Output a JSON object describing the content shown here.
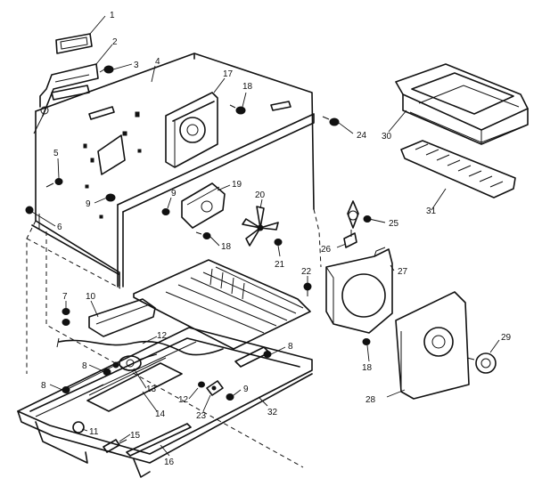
{
  "callouts": [
    {
      "id": "c1",
      "text": "1"
    },
    {
      "id": "c2",
      "text": "2"
    },
    {
      "id": "c3",
      "text": "3"
    },
    {
      "id": "c4",
      "text": "4"
    },
    {
      "id": "c5",
      "text": "5"
    },
    {
      "id": "c6",
      "text": "6"
    },
    {
      "id": "c7",
      "text": "7"
    },
    {
      "id": "c8a",
      "text": "8"
    },
    {
      "id": "c8b",
      "text": "8"
    },
    {
      "id": "c8c",
      "text": "8"
    },
    {
      "id": "c9a",
      "text": "9"
    },
    {
      "id": "c9b",
      "text": "9"
    },
    {
      "id": "c9c",
      "text": "9"
    },
    {
      "id": "c10",
      "text": "10"
    },
    {
      "id": "c11",
      "text": "11"
    },
    {
      "id": "c12a",
      "text": "12"
    },
    {
      "id": "c12b",
      "text": "12"
    },
    {
      "id": "c13",
      "text": "13"
    },
    {
      "id": "c14",
      "text": "14"
    },
    {
      "id": "c15",
      "text": "15"
    },
    {
      "id": "c16",
      "text": "16"
    },
    {
      "id": "c17",
      "text": "17"
    },
    {
      "id": "c18a",
      "text": "18"
    },
    {
      "id": "c18b",
      "text": "18"
    },
    {
      "id": "c18c",
      "text": "18"
    },
    {
      "id": "c19",
      "text": "19"
    },
    {
      "id": "c20",
      "text": "20"
    },
    {
      "id": "c21",
      "text": "21"
    },
    {
      "id": "c22",
      "text": "22"
    },
    {
      "id": "c23",
      "text": "23"
    },
    {
      "id": "c24",
      "text": "24"
    },
    {
      "id": "c25",
      "text": "25"
    },
    {
      "id": "c26",
      "text": "26"
    },
    {
      "id": "c27",
      "text": "27"
    },
    {
      "id": "c28",
      "text": "28"
    },
    {
      "id": "c29",
      "text": "29"
    },
    {
      "id": "c30",
      "text": "30"
    },
    {
      "id": "c31",
      "text": "31"
    },
    {
      "id": "c32",
      "text": "32"
    }
  ]
}
